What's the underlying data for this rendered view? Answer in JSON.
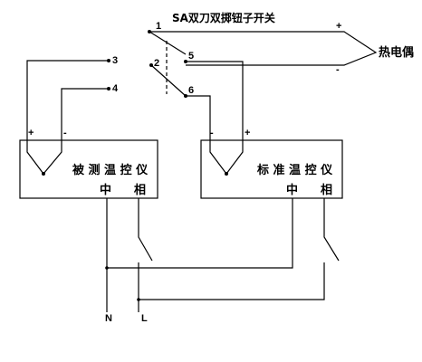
{
  "switch": {
    "title": "SA双刀双掷钮子开关"
  },
  "thermocouple": {
    "label": "热电偶",
    "plus": "+",
    "minus": "-"
  },
  "terminals": {
    "t1": "1",
    "t2": "2",
    "t3": "3",
    "t4": "4",
    "t5": "5",
    "t6": "6"
  },
  "tested": {
    "name": "被 测 温 控 仪",
    "neutral": "中",
    "phase": "相",
    "plus": "+",
    "minus": "-"
  },
  "standard": {
    "name": "标 准 温 控 仪",
    "neutral": "中",
    "phase": "相",
    "plus": "+",
    "minus": "-"
  },
  "power": {
    "n": "N",
    "l": "L"
  }
}
